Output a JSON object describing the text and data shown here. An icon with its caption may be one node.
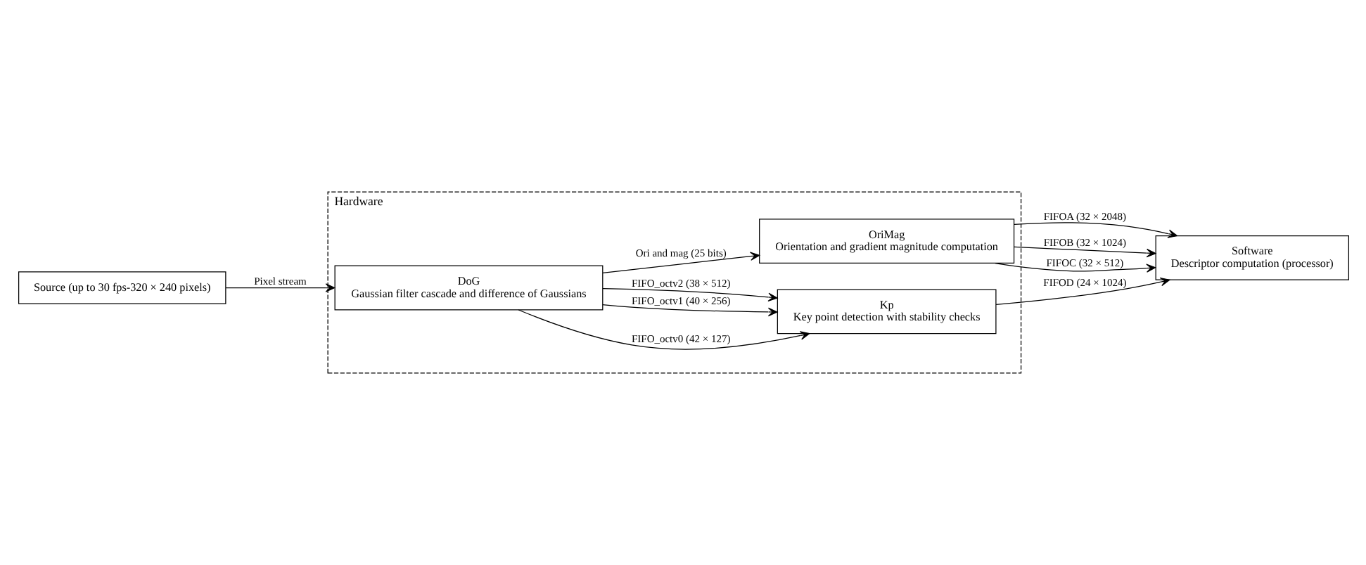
{
  "diagram": {
    "nodes": [
      {
        "text": [
          "Hardware"
        ]
      },
      {
        "text": [
          "DoG",
          "Gaussian filter cascade and difference of Gaussians"
        ],
        "in": 0
      },
      {
        "text": [
          "OriMag",
          "Orientation and gradient magnitude computation"
        ],
        "in": 0
      },
      {
        "text": [
          "Kp",
          "Key point detection with stability checks"
        ],
        "in": 0
      },
      {
        "text": [
          "Software",
          "Descriptor computation (processor)"
        ]
      },
      {
        "text": [
          "Source (up to 30 fps-320 × 240 pixels)"
        ]
      }
    ],
    "edges": [
      {
        "from": 1,
        "to": 2,
        "arrow": "to",
        "label": "Ori and mag (25 bits)"
      },
      {
        "from": 1,
        "to": 3,
        "arrow": "to",
        "label": "FIFO_octv0 (42 × 127)"
      },
      {
        "from": 1,
        "to": 3,
        "arrow": "to",
        "label": "FIFO_octv1 (40 × 256)"
      },
      {
        "from": 1,
        "to": 3,
        "arrow": "to",
        "label": "FIFO_octv2 (38 × 512)"
      },
      {
        "from": 2,
        "to": 4,
        "arrow": "to",
        "label": "FIFOA (32 × 2048)"
      },
      {
        "from": 2,
        "to": 4,
        "arrow": "to",
        "label": "FIFOB (32 × 1024)"
      },
      {
        "from": 2,
        "to": 4,
        "arrow": "to",
        "label": "FIFOC (32 × 512)"
      },
      {
        "from": 3,
        "to": 4,
        "arrow": "to",
        "label": "FIFOD (24 × 1024)"
      },
      {
        "from": 5,
        "to": 1,
        "arrow": "to",
        "label": "Pixel stream"
      }
    ]
  }
}
